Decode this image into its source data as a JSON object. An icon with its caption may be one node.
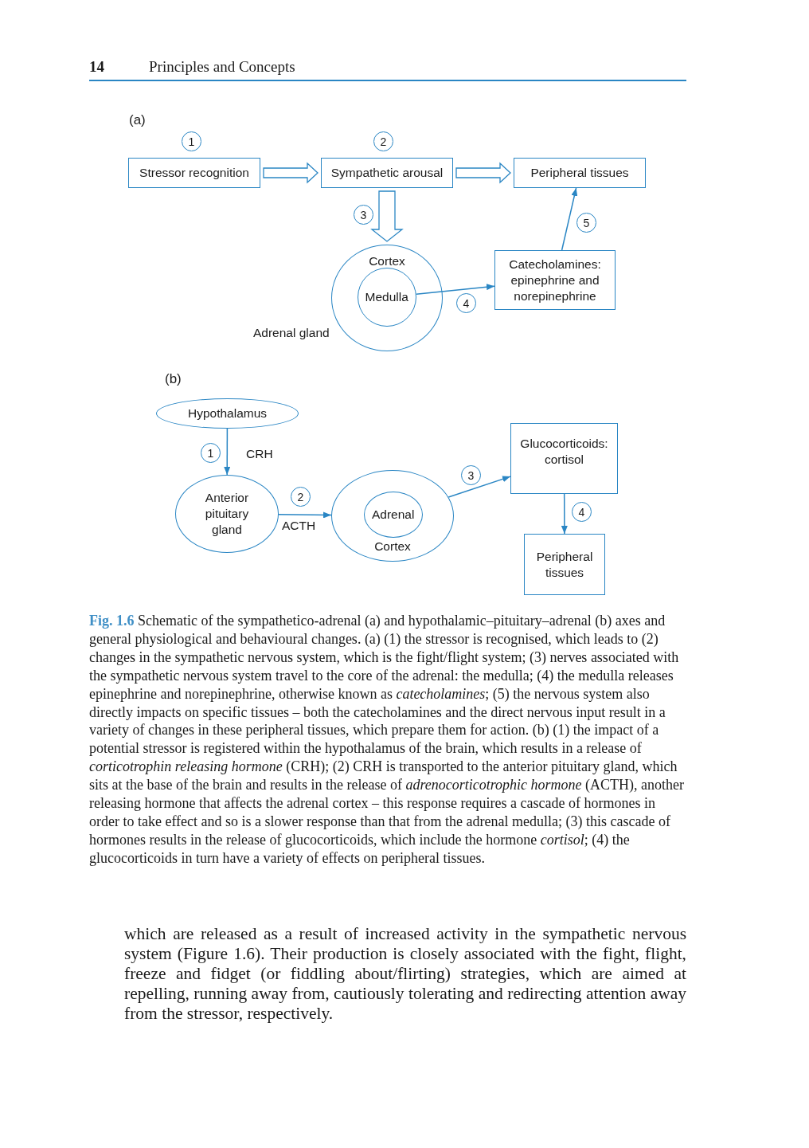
{
  "diagram": {
    "caption": "**Fig. 1.6** Schematic of the sympathetico-adrenal (a) and hypothalamic–pituitary–adrenal (b) axes and general physiological and behavioural changes. (a) (1) the stressor is recognised, which leads to (2) changes in the sympathetic nervous system, which is the fight/flight system; (3) nerves associated with the sympathetic nervous system travel to the core of the adrenal: the medulla; (4) the medulla releases epinephrine and norepinephrine, otherwise known as *catecholamines*; (5) the nervous system also directly impacts on specific tissues – both the catecholamines and the direct nervous input result in a variety of changes in these peripheral tissues, which prepare them for action. (b) (1) the impact of a potential stressor is registered within the hypothalamus of the brain, which results in a release of *corticotrophin releasing hormone* (CRH); (2) CRH is transported to the anterior pituitary gland, which sits at the base of the brain and results in the release of *adrenocorticotrophic hormone* (ACTH), another releasing hormone that affects the adrenal cortex – this response requires a cascade of hormones in order to take effect and so is a slower response than that from the adrenal medulla; (3) this cascade of hormones results in the release of glucocorticoids, which include the hormone *cortisol*; (4) the glucocorticoids in turn have a variety of effects on peripheral tissues.",
    "nodes": [
      {
        "text": [
          "1"
        ]
      },
      {
        "text": [
          "2"
        ]
      },
      {
        "text": [
          "Stressor recognition"
        ]
      },
      {
        "text": [
          "Sympathetic arousal"
        ]
      },
      {
        "text": [
          "Peripheral tissues"
        ]
      },
      {
        "text": [
          "3"
        ]
      },
      {
        "text": [
          "5"
        ]
      },
      {
        "text": [
          "Cortex"
        ],
        "beside": [
          "Adrenal gland"
        ]
      },
      {
        "text": [
          "Medulla"
        ],
        "in": 7
      },
      {
        "text": [
          "Catecholamines: epinephrine and norepinephrine"
        ]
      },
      {
        "text": [
          "4"
        ]
      },
      {
        "text": [
          "Hypothalamus"
        ]
      },
      {
        "text": [
          "1"
        ]
      },
      {
        "text": [
          "Glucocorticoids: cortisol"
        ]
      },
      {
        "text": [
          "3"
        ]
      },
      {
        "text": [
          "2"
        ]
      },
      {
        "text": [
          "Anterior pituitary gland"
        ]
      },
      {
        "text": [
          "Cortex"
        ]
      },
      {
        "text": [
          "Adrenal"
        ],
        "in": 17
      },
      {
        "text": [
          "4"
        ]
      },
      {
        "text": [
          "Peripheral tissues"
        ]
      }
    ],
    "edges": [
      {
        "from": 2,
        "to": 3,
        "arrow": "to",
        "style": "thick"
      },
      {
        "from": 3,
        "to": 4,
        "arrow": "to",
        "style": "thick"
      },
      {
        "from": 3,
        "to": 7,
        "arrow": "to",
        "style": "thick"
      },
      {
        "from": 8,
        "to": 9,
        "arrow": "to"
      },
      {
        "from": 9,
        "to": 4,
        "arrow": "to"
      },
      {
        "from": 11,
        "to": 16,
        "arrow": "to",
        "label": "CRH"
      },
      {
        "from": 16,
        "to": 17,
        "arrow": "to",
        "label": "ACTH"
      },
      {
        "from": 17,
        "to": 13,
        "arrow": "to"
      },
      {
        "from": 13,
        "to": 20,
        "arrow": "to"
      }
    ],
    "labels": [
      "14",
      "Principles and Concepts",
      "(a)",
      "(b)",
      "which are released as a result of increased activity in the sympathetic nervous system (Figure 1.6). Their production is closely associated with the fight, flight, freeze and fidget (or fiddling about/flirting) strategies, which are aimed at repelling, running away from, cautiously tolerating and redirecting attention away from the stressor, respectively."
    ]
  }
}
